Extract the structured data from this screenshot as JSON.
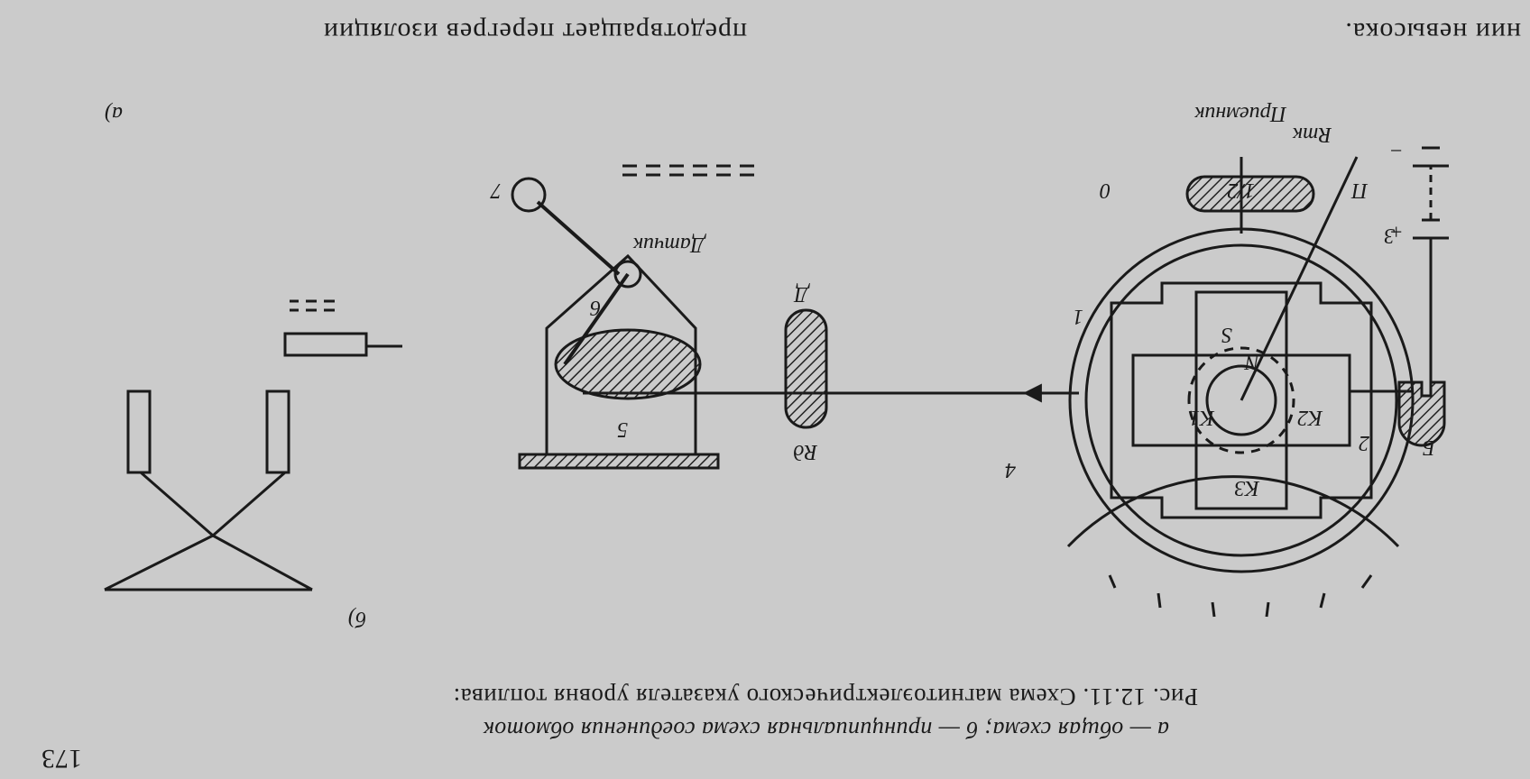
{
  "page_number": "173",
  "caption": {
    "line1": "Рис. 12.11. Схема магнитоэлектрического указателя уровня топлива:",
    "line2": "а — общая схема; б — принципиальная схема соединения обмоток"
  },
  "body_text": {
    "left_lines": [
      "предотвращает перегрев изоляции"
    ],
    "right_lines": [
      "нии невысока."
    ]
  },
  "figure": {
    "part_a_label": "а)",
    "part_b_label": "б)",
    "receiver_label": "Приемник",
    "sensor_label": "Датчик",
    "scale_marks": [
      "П",
      "1/2",
      "0"
    ],
    "labels": {
      "r_tk": "Rтк",
      "r_d": "Rд",
      "k1": "К1",
      "k2": "К2",
      "k3": "К3",
      "n": "N",
      "s": "S",
      "b": "Б",
      "d": "Д",
      "plus": "+",
      "minus": "−",
      "n1": "1",
      "n2": "2",
      "n3": "3",
      "n4": "4",
      "n5": "5",
      "n6": "6",
      "n7": "7"
    }
  }
}
